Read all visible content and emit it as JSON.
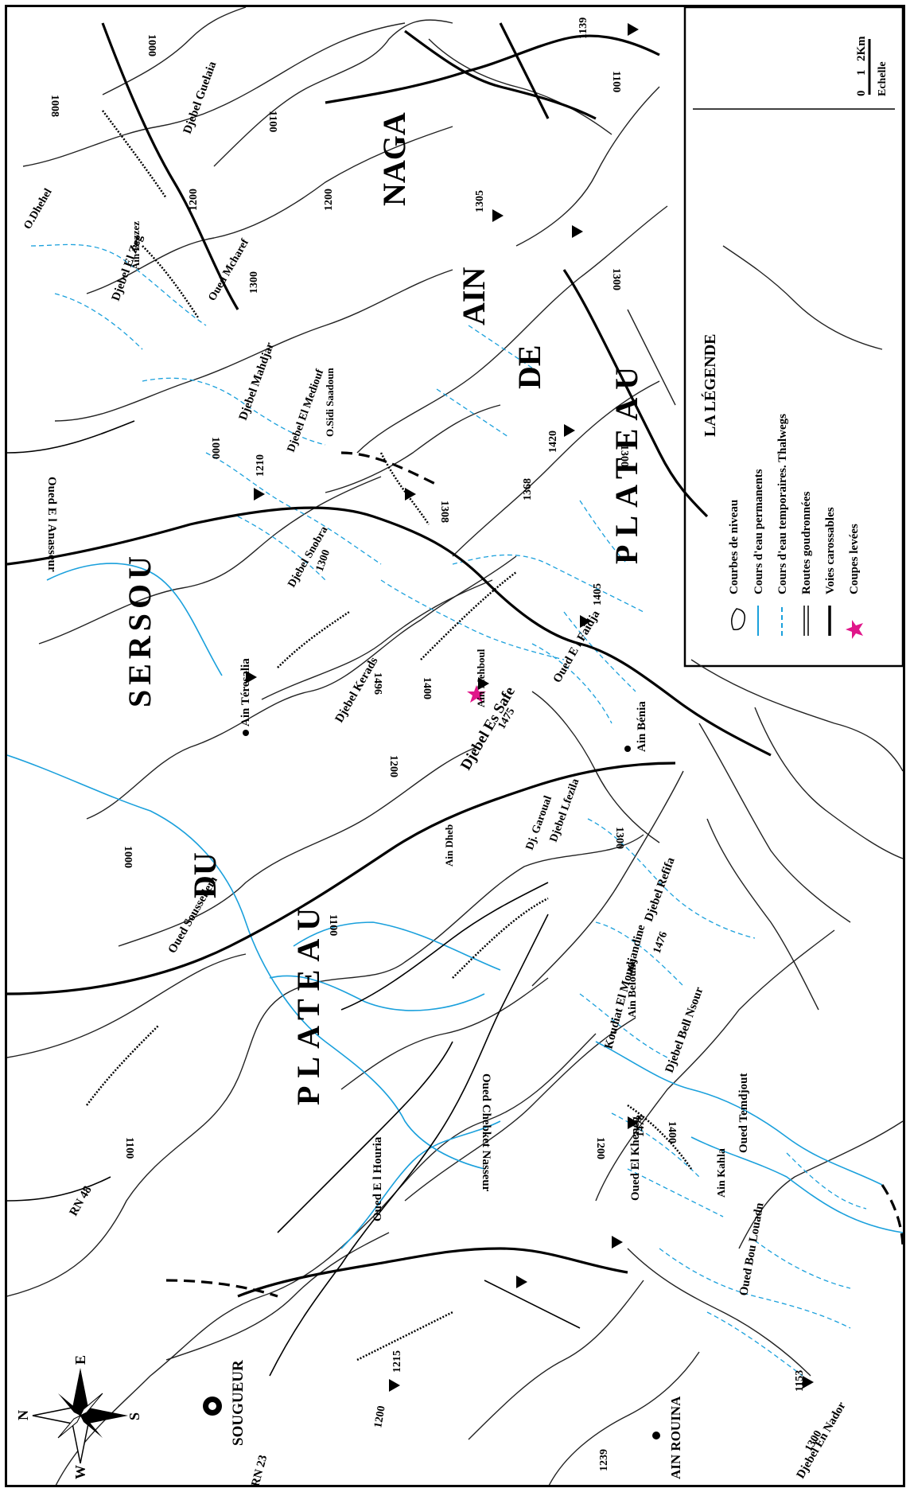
{
  "legend": {
    "title": "LA LÉGENDE",
    "items": [
      {
        "key": "contour",
        "label": "Courbes de niveau"
      },
      {
        "key": "permanent",
        "label": "Cours d'eau permanents"
      },
      {
        "key": "temporary",
        "label": "Cours d'eau temporaires. Thalwegs"
      },
      {
        "key": "paved",
        "label": "Routes goudronnées"
      },
      {
        "key": "track",
        "label": "Voies carossables"
      },
      {
        "key": "sections",
        "label": "Coupes levées"
      }
    ],
    "scale": {
      "ticks": [
        "0",
        "1",
        "2Km"
      ],
      "label": "Echelle"
    }
  },
  "compass": {
    "n": "N",
    "e": "E",
    "s": "S",
    "w": "W"
  },
  "regions": {
    "plateau_sersou_1": "PLATEAU",
    "plateau_sersou_2": "DU",
    "plateau_sersou_3": "SERSOU",
    "plateau_ain_1": "PLATEAU",
    "plateau_ain_2": "DE",
    "plateau_ain_3": "AIN",
    "plateau_ain_4": "NAGA"
  },
  "places": {
    "sougueur": "SOUGUEUR",
    "ain_rouina": "AIN ROUINA",
    "ain_dheb": "Ain Dheb",
    "ain_teresalia": "Ain Téresalia",
    "ain_benia": "Ain Bénia",
    "ain_kahla": "Ain Kahla",
    "ain_beloulie": "Ain Beloulie",
    "ain_bezzez": "Ain Bezzez",
    "ain_mehboul": "Ain Mehboul",
    "o_sidi": "O.Sidi Saadoun"
  },
  "roads": {
    "rn48": "RN 48",
    "rn23": "RN 23"
  },
  "wadis": {
    "soussellem": "Oued Soussellem",
    "chebket": "Oued Chebket Nasseur",
    "houria": "Oued E l Houria",
    "kheneg": "Oued El Kheneg",
    "bou_louadn": "Oued Bou Louadn",
    "temdjout": "Oued Temdjout",
    "anasseur": "Oued E l Anasseur",
    "faidja": "Oued E l Faidja",
    "mcharef": "Oued Mcharef",
    "dhehel": "O.Dhehel"
  },
  "mountains": {
    "safe": "Djebel Es Safe",
    "kerads": "Djebel Kerads",
    "nador": "Djebel En Nador",
    "belnsour": "Djebel Bell Nsour",
    "refifa": "Djebel Refifa",
    "koudiat": "Koudiat El Moudjandine",
    "guelaia": "Djebel Guelaia",
    "zeg": "Djebel El Zeg",
    "mahdjar": "Djebel Mahdjar",
    "mediouf": "Djebel El Mediouf",
    "snobra": "Djebel Snobra",
    "lfezila": "Djebel Lfezila",
    "garoual": "Dj. Garoual"
  },
  "elevations": {
    "e1239": "1239",
    "e1215": "1215",
    "e1200a": "1200",
    "e1100a": "1100",
    "e1000a": "1000",
    "e1100b": "1100",
    "e1475": "1475",
    "e1200b": "1200",
    "e1300a": "1300",
    "e1496": "1496",
    "e1400a": "1400",
    "e1300b": "1300",
    "e1200c": "1200",
    "e1478": "1478",
    "e1400b": "1400",
    "e1300c": "1300",
    "e1153": "1153",
    "e1300d": "1300",
    "e1405": "1405",
    "e1368": "1368",
    "e1420": "1420",
    "e1300e": "1300",
    "e1308": "1308",
    "e1210": "1210",
    "e1000b": "1000",
    "e1305": "1305",
    "e1300f": "1300",
    "e1200d": "1200",
    "e1100c": "1100",
    "e1300g": "1300",
    "e1200e": "1200",
    "e1008": "1008",
    "e1000c": "1000",
    "e1139": "1139",
    "e1100d": "1100",
    "e1476": "1476"
  },
  "colors": {
    "river": "#1aa0dc",
    "star": "#e0168a",
    "ink": "#000000"
  }
}
